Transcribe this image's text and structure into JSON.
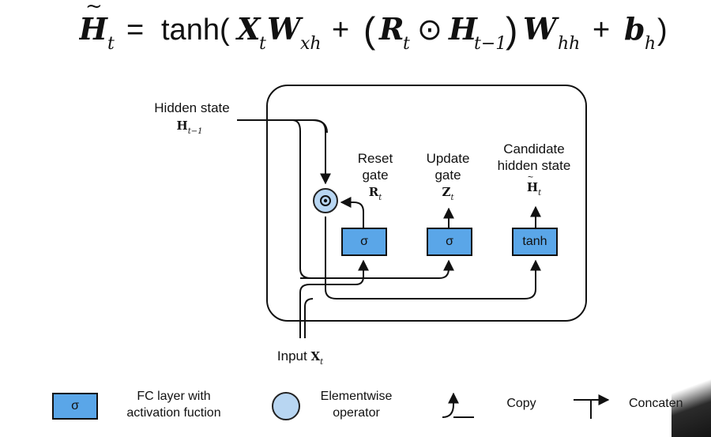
{
  "equation": {
    "lhs": "H",
    "lhs_sub": "t",
    "equals": "=",
    "func": "tanh(",
    "x": "X",
    "x_sub": "t",
    "w1": "W",
    "w1_sub": "xh",
    "plus1": "+",
    "paren_open": "(",
    "r": "R",
    "r_sub": "t",
    "odot": "⊙",
    "h": "H",
    "h_sub": "t−1",
    "paren_close": ")",
    "w2": "W",
    "w2_sub": "hh",
    "plus2": "+",
    "b": "b",
    "b_sub": "h",
    "close": ")"
  },
  "diagram": {
    "hidden_state_label": "Hidden state",
    "hidden_state_sym": "H",
    "hidden_state_sub": "t−1",
    "reset_gate_label_1": "Reset",
    "reset_gate_label_2": "gate",
    "reset_sym": "R",
    "reset_sub": "t",
    "update_gate_label_1": "Update",
    "update_gate_label_2": "gate",
    "update_sym": "Z",
    "update_sub": "t",
    "candidate_label_1": "Candidate",
    "candidate_label_2": "hidden state",
    "candidate_sym": "H",
    "candidate_sub": "t",
    "sigma1": "σ",
    "sigma2": "σ",
    "tanh": "tanh",
    "input_label": "Input",
    "input_sym": "X",
    "input_sub": "t",
    "colors": {
      "fc_fill": "#5aa6e8",
      "op_fill": "#b8d6f2",
      "line": "#111111"
    }
  },
  "legend": {
    "fc_symbol": "σ",
    "fc_label_1": "FC layer with",
    "fc_label_2": "activation fuction",
    "op_label_1": "Elementwise",
    "op_label_2": "operator",
    "copy_label": "Copy",
    "concat_label": "Concaten"
  }
}
